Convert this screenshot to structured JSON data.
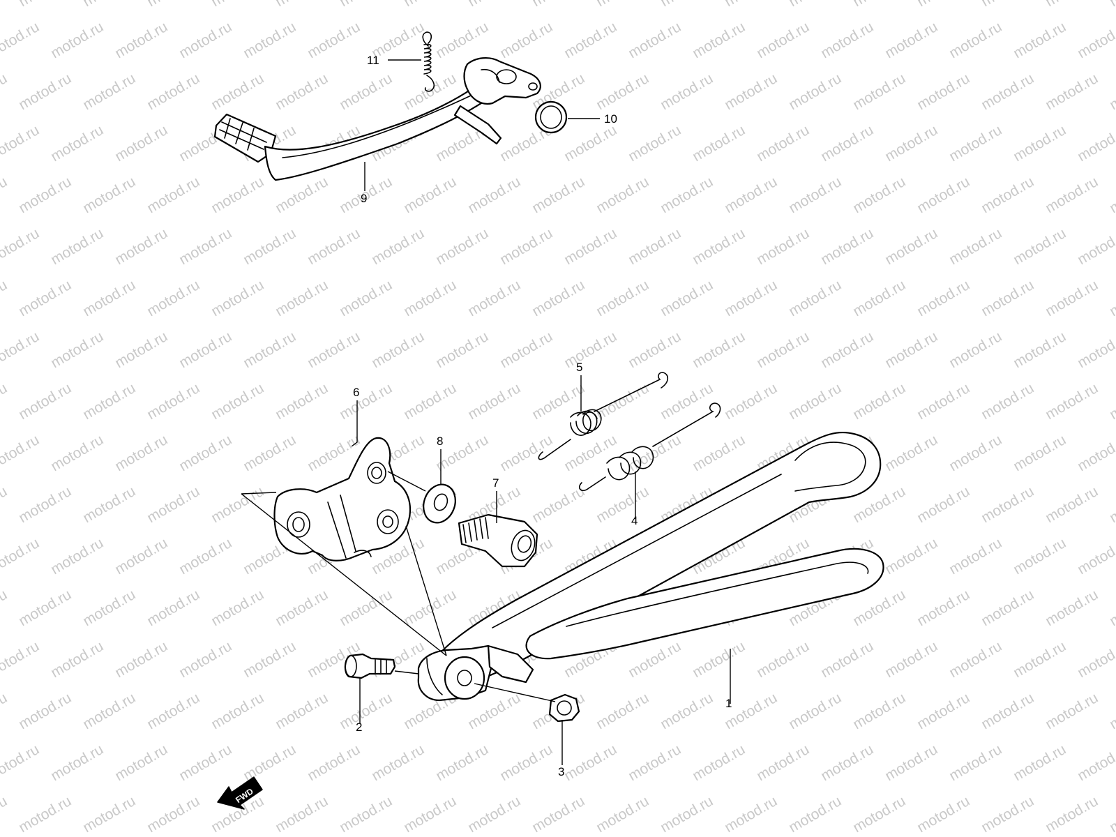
{
  "watermark": "motod.ru",
  "callouts": {
    "c1": "1",
    "c2": "2",
    "c3": "3",
    "c4": "4",
    "c5": "5",
    "c6": "6",
    "c7": "7",
    "c8": "8",
    "c9": "9",
    "c10": "10",
    "c11": "11"
  },
  "fwd_label": "FWD"
}
